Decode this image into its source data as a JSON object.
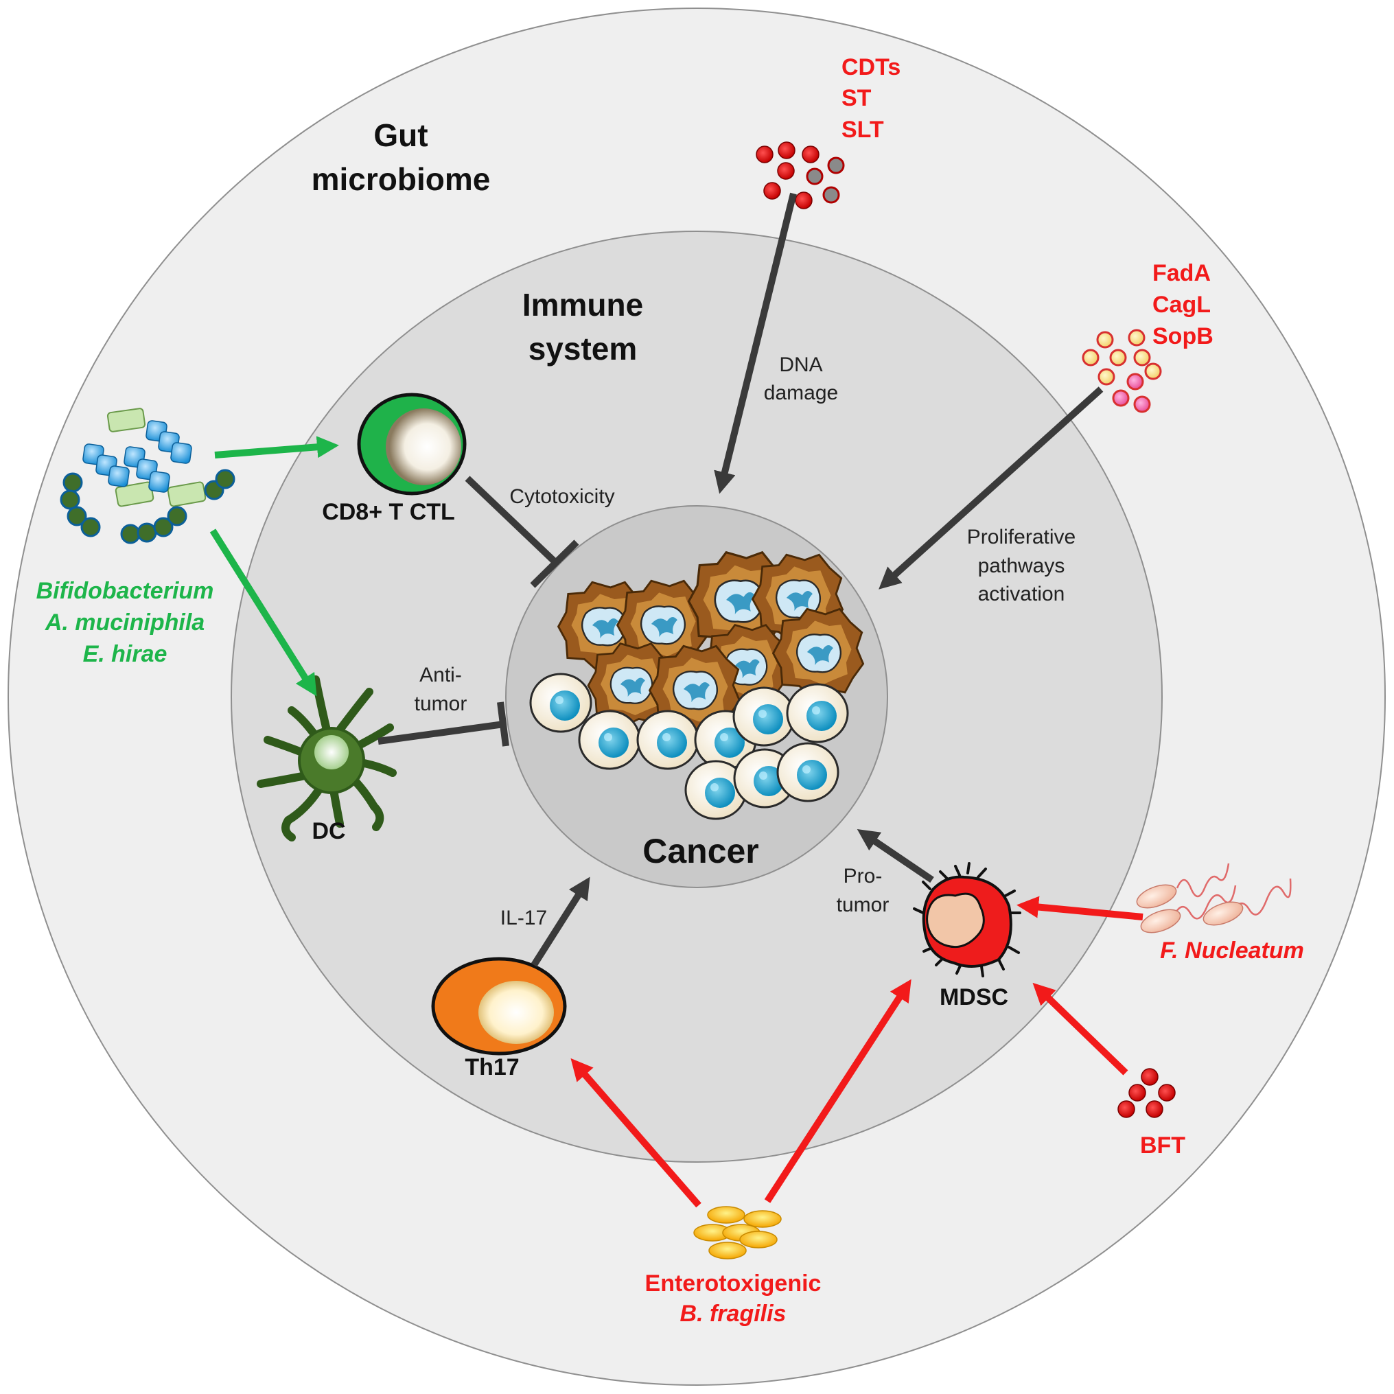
{
  "zones": {
    "gut": {
      "line1": "Gut",
      "line2": "microbiome"
    },
    "immune": {
      "line1": "Immune",
      "line2": "system"
    },
    "cancer": "Cancer"
  },
  "cells": {
    "cd8": "CD8+ T CTL",
    "dc": "DC",
    "th17": "Th17",
    "mdsc": "MDSC"
  },
  "interactions": {
    "cytotoxicity": "Cytotoxicity",
    "antitumor": {
      "line1": "Anti-",
      "line2": "tumor"
    },
    "dna": {
      "line1": "DNA",
      "line2": "damage"
    },
    "prolif": {
      "line1": "Proliferative",
      "line2": "pathways",
      "line3": "activation"
    },
    "il17": "IL-17",
    "protumor": {
      "line1": "Pro-",
      "line2": "tumor"
    }
  },
  "microbes": {
    "beneficial": {
      "line1": "Bifidobacterium",
      "line2": "A. muciniphila",
      "line3": "E. hirae"
    },
    "toxins1": {
      "line1": "CDTs",
      "line2": "ST",
      "line3": "SLT"
    },
    "toxins2": {
      "line1": "FadA",
      "line2": "CagL",
      "line3": "SopB"
    },
    "fnucleatum": "F. Nucleatum",
    "bft": "BFT",
    "etbf": {
      "line1": "Enterotoxigenic",
      "line2": "B. fragilis"
    }
  },
  "colors": {
    "beneficial": "#1db54a",
    "harmful": "#f21a1a",
    "neutral_arrow": "#3a3a3a",
    "outer_ring": "#efefef",
    "middle_ring": "#dcdcdc",
    "inner_ring": "#c9c9c9"
  },
  "icons": [
    "bifidobacterium-cluster-icon",
    "toxin-dots-icon",
    "fnucleatum-bacteria-icon",
    "bft-dots-icon",
    "etbf-bacteria-icon",
    "tumor-cells-icon"
  ]
}
